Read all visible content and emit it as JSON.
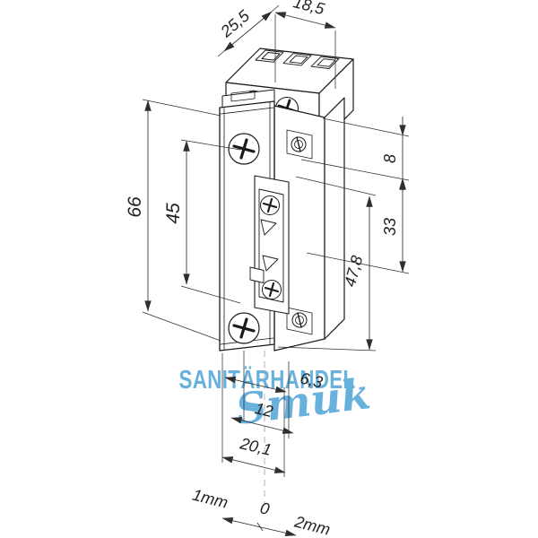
{
  "title": "Electric door strike — dimensioned isometric drawing",
  "watermark": {
    "name": "SANITÄRHANDEL",
    "script": "Smuk"
  },
  "colors": {
    "background": "#ffffff",
    "line": "#1a1a1a",
    "dimension": "#2f2f2f",
    "centerline": "#9a9a9a",
    "watermark": "#58a9d9"
  },
  "drawing": {
    "subject": "electric door strike (Türöffner), isometric view, all dimensions in mm",
    "dimensions": {
      "depth_top": "25,5",
      "width_top": "18,5",
      "height_total": "66",
      "screw_spacing": "45",
      "offset_top": "8",
      "latch_upper": "33",
      "latch_lower": "47,8",
      "lip": "6,3",
      "body_width": "12",
      "body_depth": "20,1",
      "adjust_minus": "1mm",
      "adjust_zero": "0",
      "adjust_plus": "2mm"
    }
  }
}
